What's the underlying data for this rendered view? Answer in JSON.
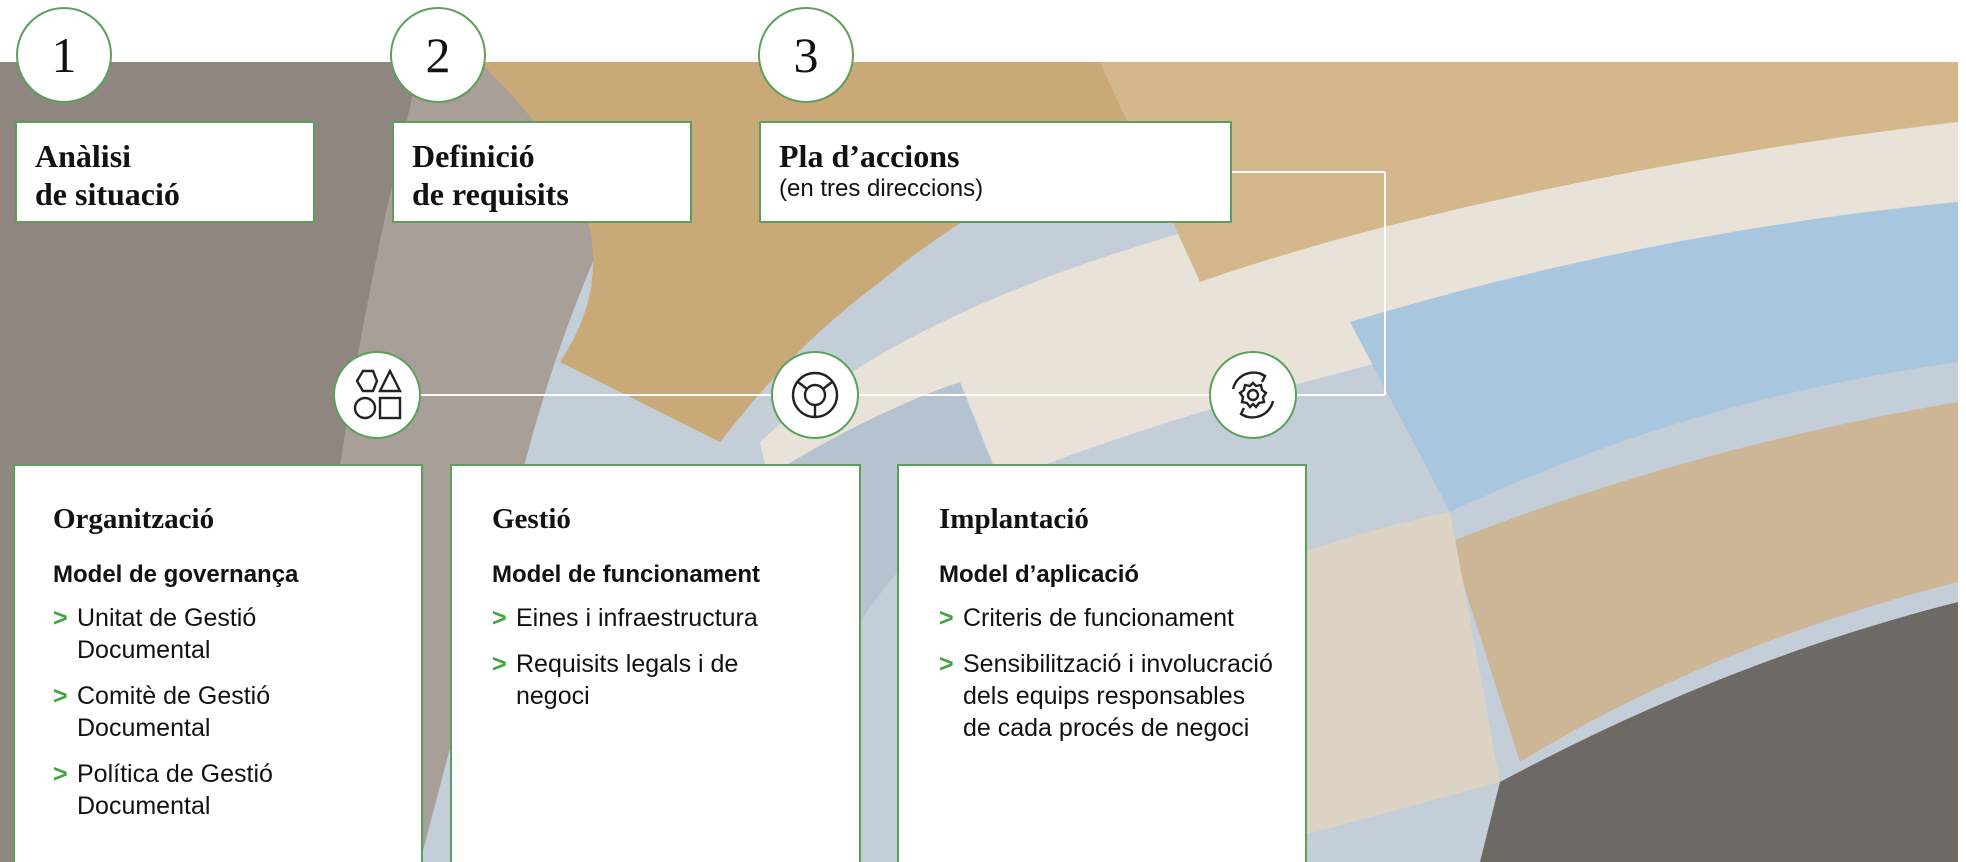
{
  "steps": [
    {
      "number": "1",
      "title_line1": "Anàlisi",
      "title_line2": "de situació",
      "subtitle": ""
    },
    {
      "number": "2",
      "title_line1": "Definició",
      "title_line2": "de requisits",
      "subtitle": ""
    },
    {
      "number": "3",
      "title_line1": "Pla d’accions",
      "title_line2": "",
      "subtitle": "(en tres direccions)"
    }
  ],
  "icons": [
    "shapes-icon",
    "target-chart-icon",
    "gear-cycle-icon"
  ],
  "cards": [
    {
      "title": "Organització",
      "subtitle": "Model de governança",
      "items": [
        "Unitat de Gestió Documental",
        "Comitè de Gestió Documental",
        "Política de Gestió Documental"
      ]
    },
    {
      "title": "Gestió",
      "subtitle": "Model de funcionament",
      "items": [
        "Eines i infraestructura",
        "Requisits legals i de negoci"
      ]
    },
    {
      "title": "Implantació",
      "subtitle": "Model d’aplicació",
      "items": [
        "Criteris de funcionament",
        "Sensibilització i involucració dels equips responsables de cada procés de negoci"
      ]
    }
  ],
  "bullet_marker": ">",
  "colors": {
    "accent": "#5aa05a",
    "bullet": "#3fa33f"
  }
}
